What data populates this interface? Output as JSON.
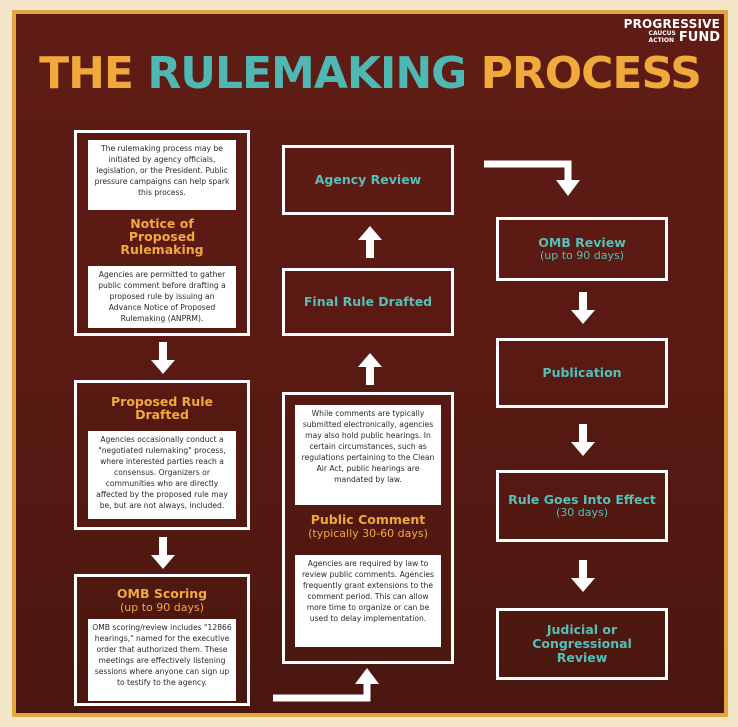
{
  "logo": {
    "line1": "PROGRESSIVE",
    "line2a": "CAUCUS",
    "line2b": "ACTION",
    "line3": "FUND"
  },
  "title": {
    "word1": "THE",
    "word2": "RULEMAKING",
    "word3": "PROCESS"
  },
  "col1": {
    "nopr": {
      "intro": "The rulemaking process may be initiated by agency officials, legislation, or the President. Public pressure campaigns can help spark this process.",
      "name": "Notice of Proposed Rulemaking",
      "detail": "Agencies are permitted to gather public comment before drafting a proposed rule by issuing an Advance Notice of Proposed Rulemaking (ANPRM)."
    },
    "proposed": {
      "name": "Proposed Rule Drafted",
      "detail": "Agencies occasionally conduct a \"negotiated rulemaking\" process, where interested parties reach a consensus. Organizers or communities who are directly affected by the proposed rule may be, but are not always, included."
    },
    "scoring": {
      "name": "OMB Scoring",
      "sub": "(up to 90 days)",
      "detail": "OMB scoring/review includes \"12866 hearings,\" named for the executive order that authorized them. These meetings are effectively listening sessions where anyone can sign up to testify to the agency."
    }
  },
  "col2": {
    "agency": {
      "name": "Agency Review"
    },
    "final": {
      "name": "Final Rule Drafted"
    },
    "comment": {
      "intro": "While comments are typically submitted electronically, agencies may also hold public hearings. In certain circumstances, such as regulations pertaining to the Clean Air Act, public hearings are mandated by law.",
      "name": "Public Comment",
      "sub": "(typically 30-60 days)",
      "detail": "Agencies are required by law to review public comments. Agencies frequently grant extensions to the comment period. This can allow more time to organize or can be used to delay implementation."
    }
  },
  "col3": {
    "omb": {
      "name": "OMB Review",
      "sub": "(up to 90 days)"
    },
    "publication": {
      "name": "Publication"
    },
    "effect": {
      "name": "Rule Goes Into Effect",
      "sub": "(30 days)"
    },
    "judicial": {
      "name": "Judicial or Congressional Review"
    }
  },
  "colors": {
    "background": "#5a1a13",
    "frame": "#e3a63e",
    "orange": "#f2a93b",
    "teal": "#54c0b8",
    "white": "#ffffff"
  },
  "icons": {
    "arrow": "arrow-icon"
  }
}
